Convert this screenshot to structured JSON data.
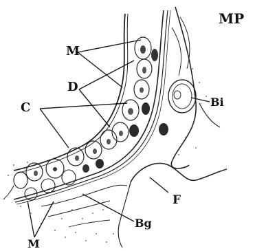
{
  "figure": {
    "corner_label": "MP",
    "labels": {
      "M_upper": "M",
      "D": "D",
      "C": "C",
      "Bi": "Bi",
      "F": "F",
      "Bg": "Bg",
      "M_lower": "M"
    }
  }
}
